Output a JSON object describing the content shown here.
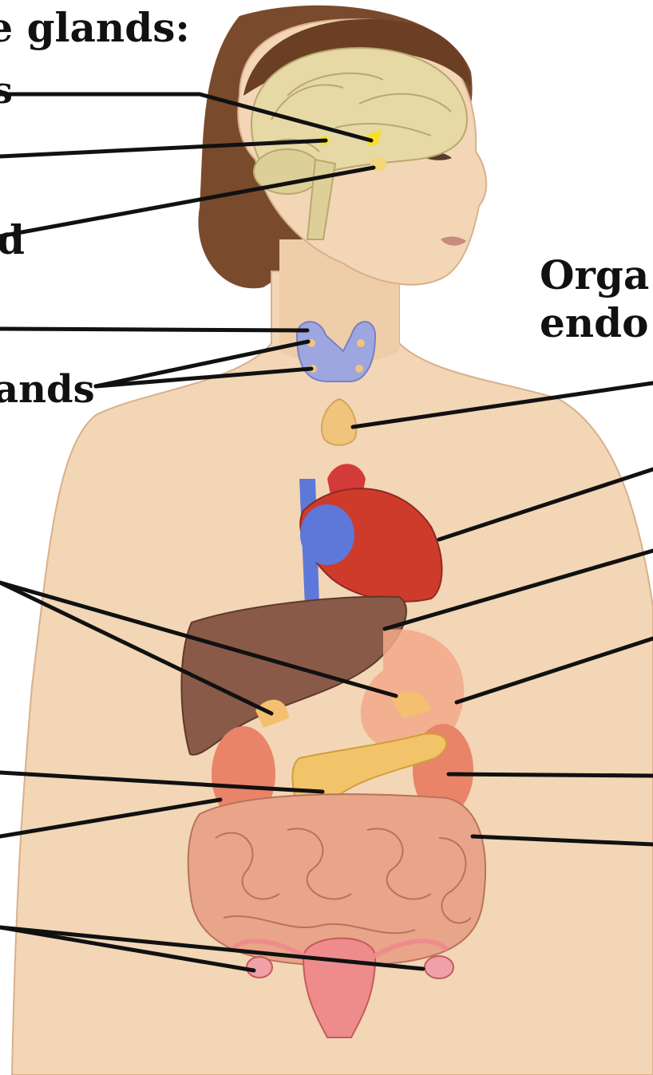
{
  "labels": {
    "heading": "ne glands:",
    "frag_hypothalamus": "s",
    "frag_pituitary": "d",
    "frag_parathyroid": "ands",
    "organs_line1": "Orga",
    "organs_line2": "endo"
  },
  "colors": {
    "background": "#ffffff",
    "skin": "#f2d6b6",
    "skin_shadow": "#e2b995",
    "hair": "#7a4a2c",
    "brain": "#e6d9a6",
    "endocrine_yellow": "#f7e02a",
    "thyroid": "#9ea6e0",
    "thymus": "#f1c47e",
    "heart_red": "#cf3b2b",
    "heart_blue": "#5d78d8",
    "liver": "#8a5a48",
    "stomach": "#f2a98a",
    "kidney": "#e98468",
    "pancreas": "#f2c46a",
    "intestine": "#e9a58a",
    "uterus": "#ee8c8c",
    "leader_line": "#111111"
  }
}
